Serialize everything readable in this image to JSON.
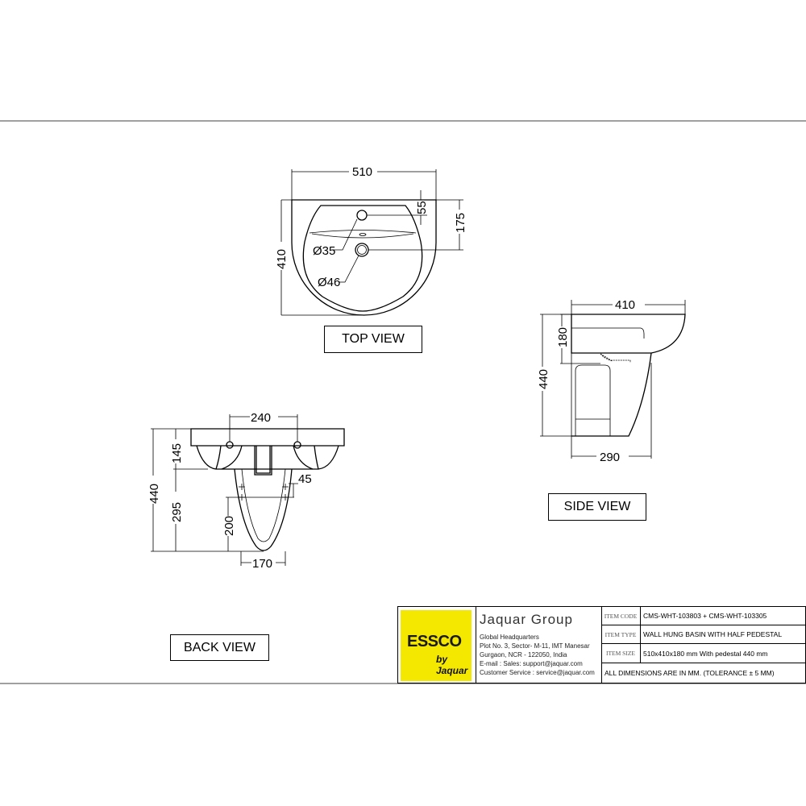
{
  "top_view": {
    "label": "TOP VIEW",
    "dims": {
      "width": "510",
      "depth": "410",
      "tap_offset": "55",
      "drain_offset": "175",
      "tap_hole": "Ø35",
      "drain_hole": "Ø46"
    }
  },
  "side_view": {
    "label": "SIDE VIEW",
    "dims": {
      "depth": "410",
      "height": "440",
      "basin_height": "180",
      "pedestal_depth": "290"
    }
  },
  "back_view": {
    "label": "BACK VIEW",
    "dims": {
      "holes": "240",
      "height": "440",
      "basin": "145",
      "pedestal": "295",
      "fix_height": "200",
      "fix_spacing": "45",
      "fix_width": "170"
    }
  },
  "title_block": {
    "logo_brand": "ESSCO",
    "logo_sub": "by Jaquar",
    "company": "Jaquar Group",
    "address": [
      "Global Headquarters",
      "Plot No. 3, Sector- M-11, IMT Manesar",
      "Gurgaon, NCR - 122050, India",
      "E-mail : Sales: support@jaquar.com",
      "Customer Service : service@jaquar.com"
    ],
    "rows": [
      {
        "key": "ITEM CODE",
        "value": "CMS-WHT-103803 + CMS-WHT-103305"
      },
      {
        "key": "ITEM TYPE",
        "value": "WALL HUNG BASIN WITH HALF PEDESTAL"
      },
      {
        "key": "ITEM SIZE",
        "value": "510x410x180 mm With pedestal 440 mm"
      }
    ],
    "note": "ALL DIMENSIONS ARE IN MM. (TOLERANCE ± 5 MM)",
    "colors": {
      "logo_bg": "#f5e800"
    }
  }
}
